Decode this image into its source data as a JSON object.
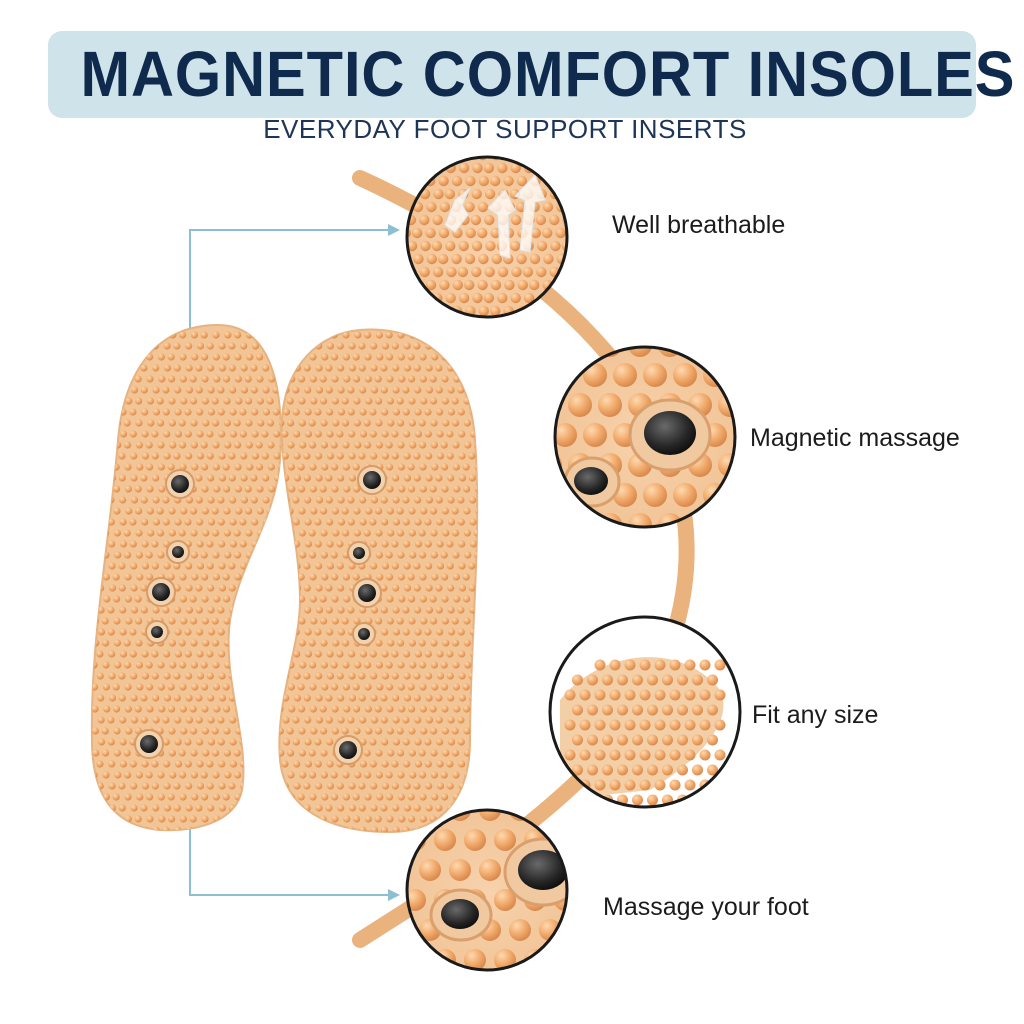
{
  "header": {
    "title": "MAGNETIC COMFORT INSOLES",
    "subtitle": "EVERYDAY FOOT SUPPORT INSERTS"
  },
  "features": [
    {
      "label": "Well breathable",
      "icon": "breathable-detail-icon"
    },
    {
      "label": "Magnetic massage",
      "icon": "magnet-detail-icon"
    },
    {
      "label": "Fit any size",
      "icon": "toe-detail-icon"
    },
    {
      "label": "Massage your foot",
      "icon": "heel-magnet-detail-icon"
    }
  ],
  "colors": {
    "banner": "#cfe3ea",
    "title": "#0f2a4c",
    "insole": "#f1c596",
    "nub": "#eea66c",
    "arrow": "#8cc0d0",
    "connector": "#eab27d"
  }
}
